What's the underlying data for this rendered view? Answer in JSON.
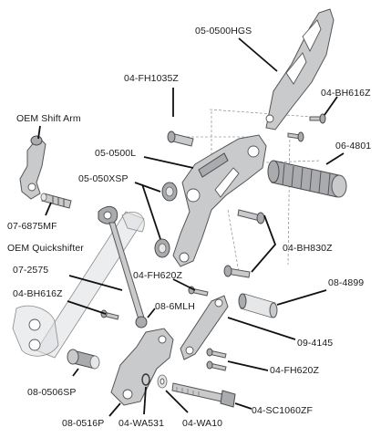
{
  "labels": {
    "l1": "05-0500HGS",
    "l2": "04-FH1035Z",
    "l3": "04-BH616Z",
    "l4": "OEM Shift Arm",
    "l5": "05-0500L",
    "l6": "06-4801",
    "l7": "05-050XSP",
    "l8": "07-6875MF",
    "l9": "OEM Quickshifter",
    "l10": "04-BH830Z",
    "l11": "07-2575",
    "l12": "04-FH620Z",
    "l13": "08-4899",
    "l14": "04-BH616Z",
    "l15": "08-6MLH",
    "l16": "09-4145",
    "l17": "08-0506SP",
    "l18": "04-FH620Z",
    "l19": "04-SC1060ZF",
    "l20": "08-0516P",
    "l21": "04-WA531",
    "l22": "04-WA10"
  }
}
